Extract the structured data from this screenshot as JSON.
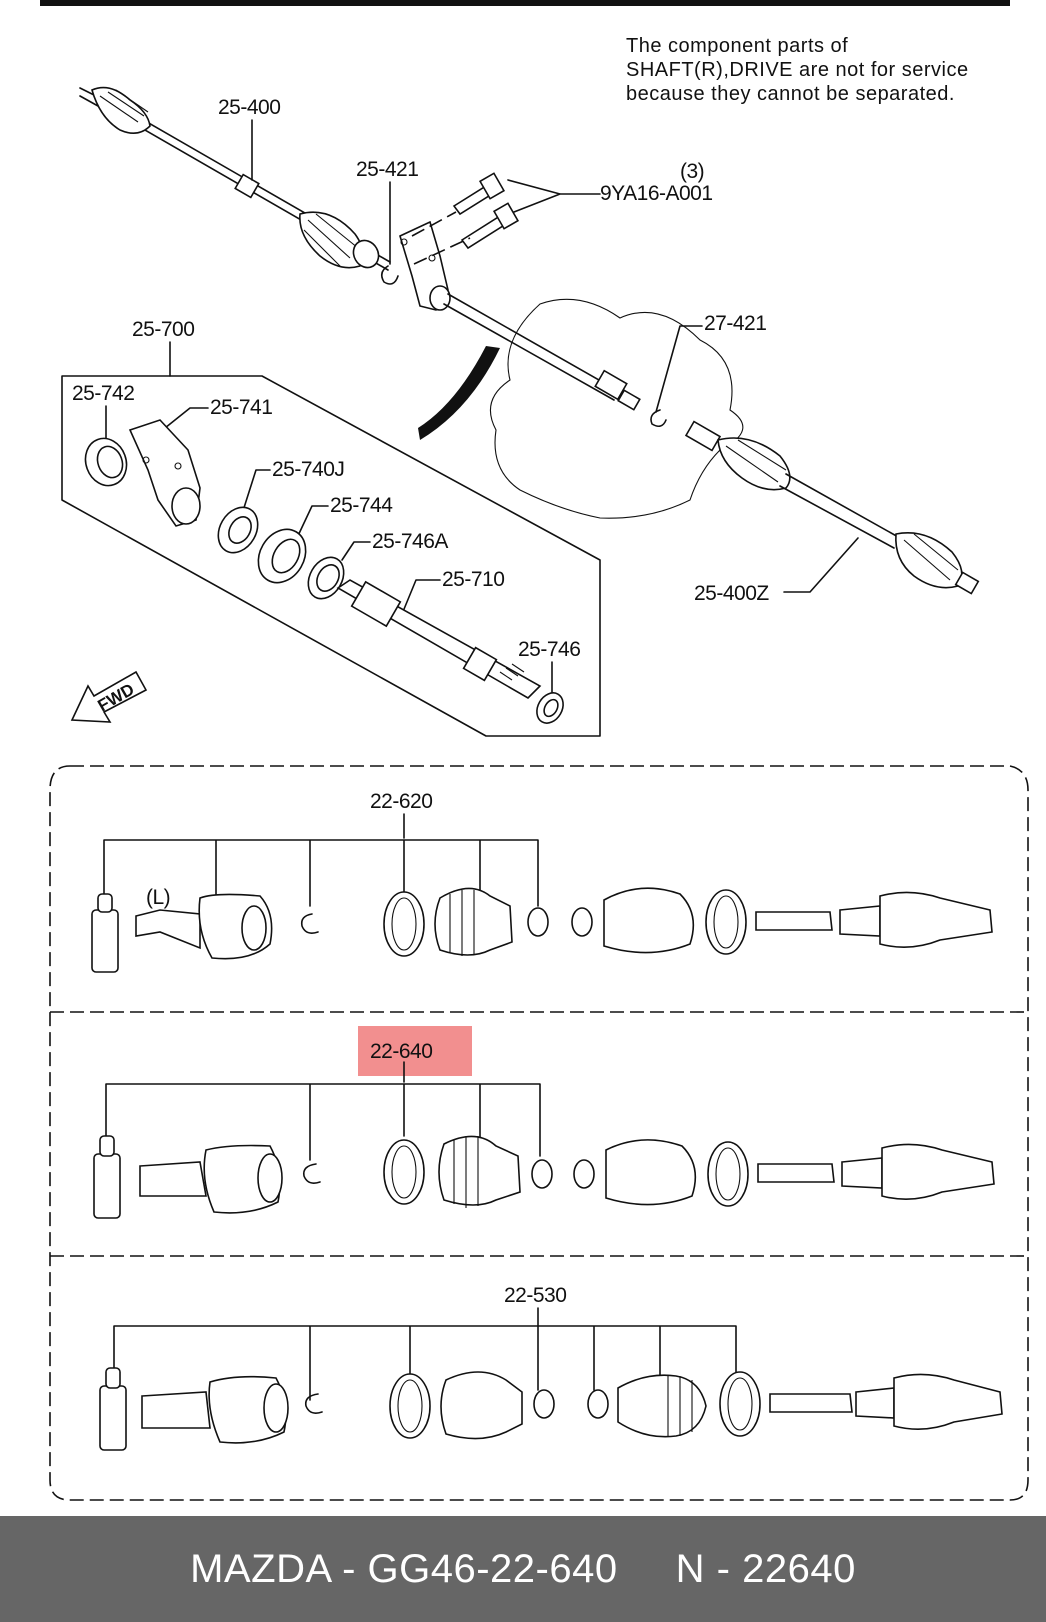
{
  "top_note": {
    "line1": "The component parts of",
    "line2": "SHAFT(R),DRIVE are not for service",
    "line3": "because they cannot be separated."
  },
  "labels": {
    "l_25_400": "25-400",
    "l_25_421": "25-421",
    "l_3": "(3)",
    "l_9ya16": "9YA16-A001",
    "l_25_700": "25-700",
    "l_25_742": "25-742",
    "l_25_741": "25-741",
    "l_25_740j": "25-740J",
    "l_25_744": "25-744",
    "l_25_746a": "25-746A",
    "l_25_710": "25-710",
    "l_25_746": "25-746",
    "l_27_421": "27-421",
    "l_25_400z": "25-400Z",
    "l_fwd": "FWD",
    "l_22_620": "22-620",
    "l_side": "(L)",
    "l_22_640": "22-640",
    "l_22_530": "22-530"
  },
  "highlight": {
    "part_number": "22-640",
    "color": "#f07b7b"
  },
  "footer": {
    "text": "MAZDA - GG46-22-640     N - 22640",
    "background": "#666666",
    "text_color": "#ffffff"
  }
}
